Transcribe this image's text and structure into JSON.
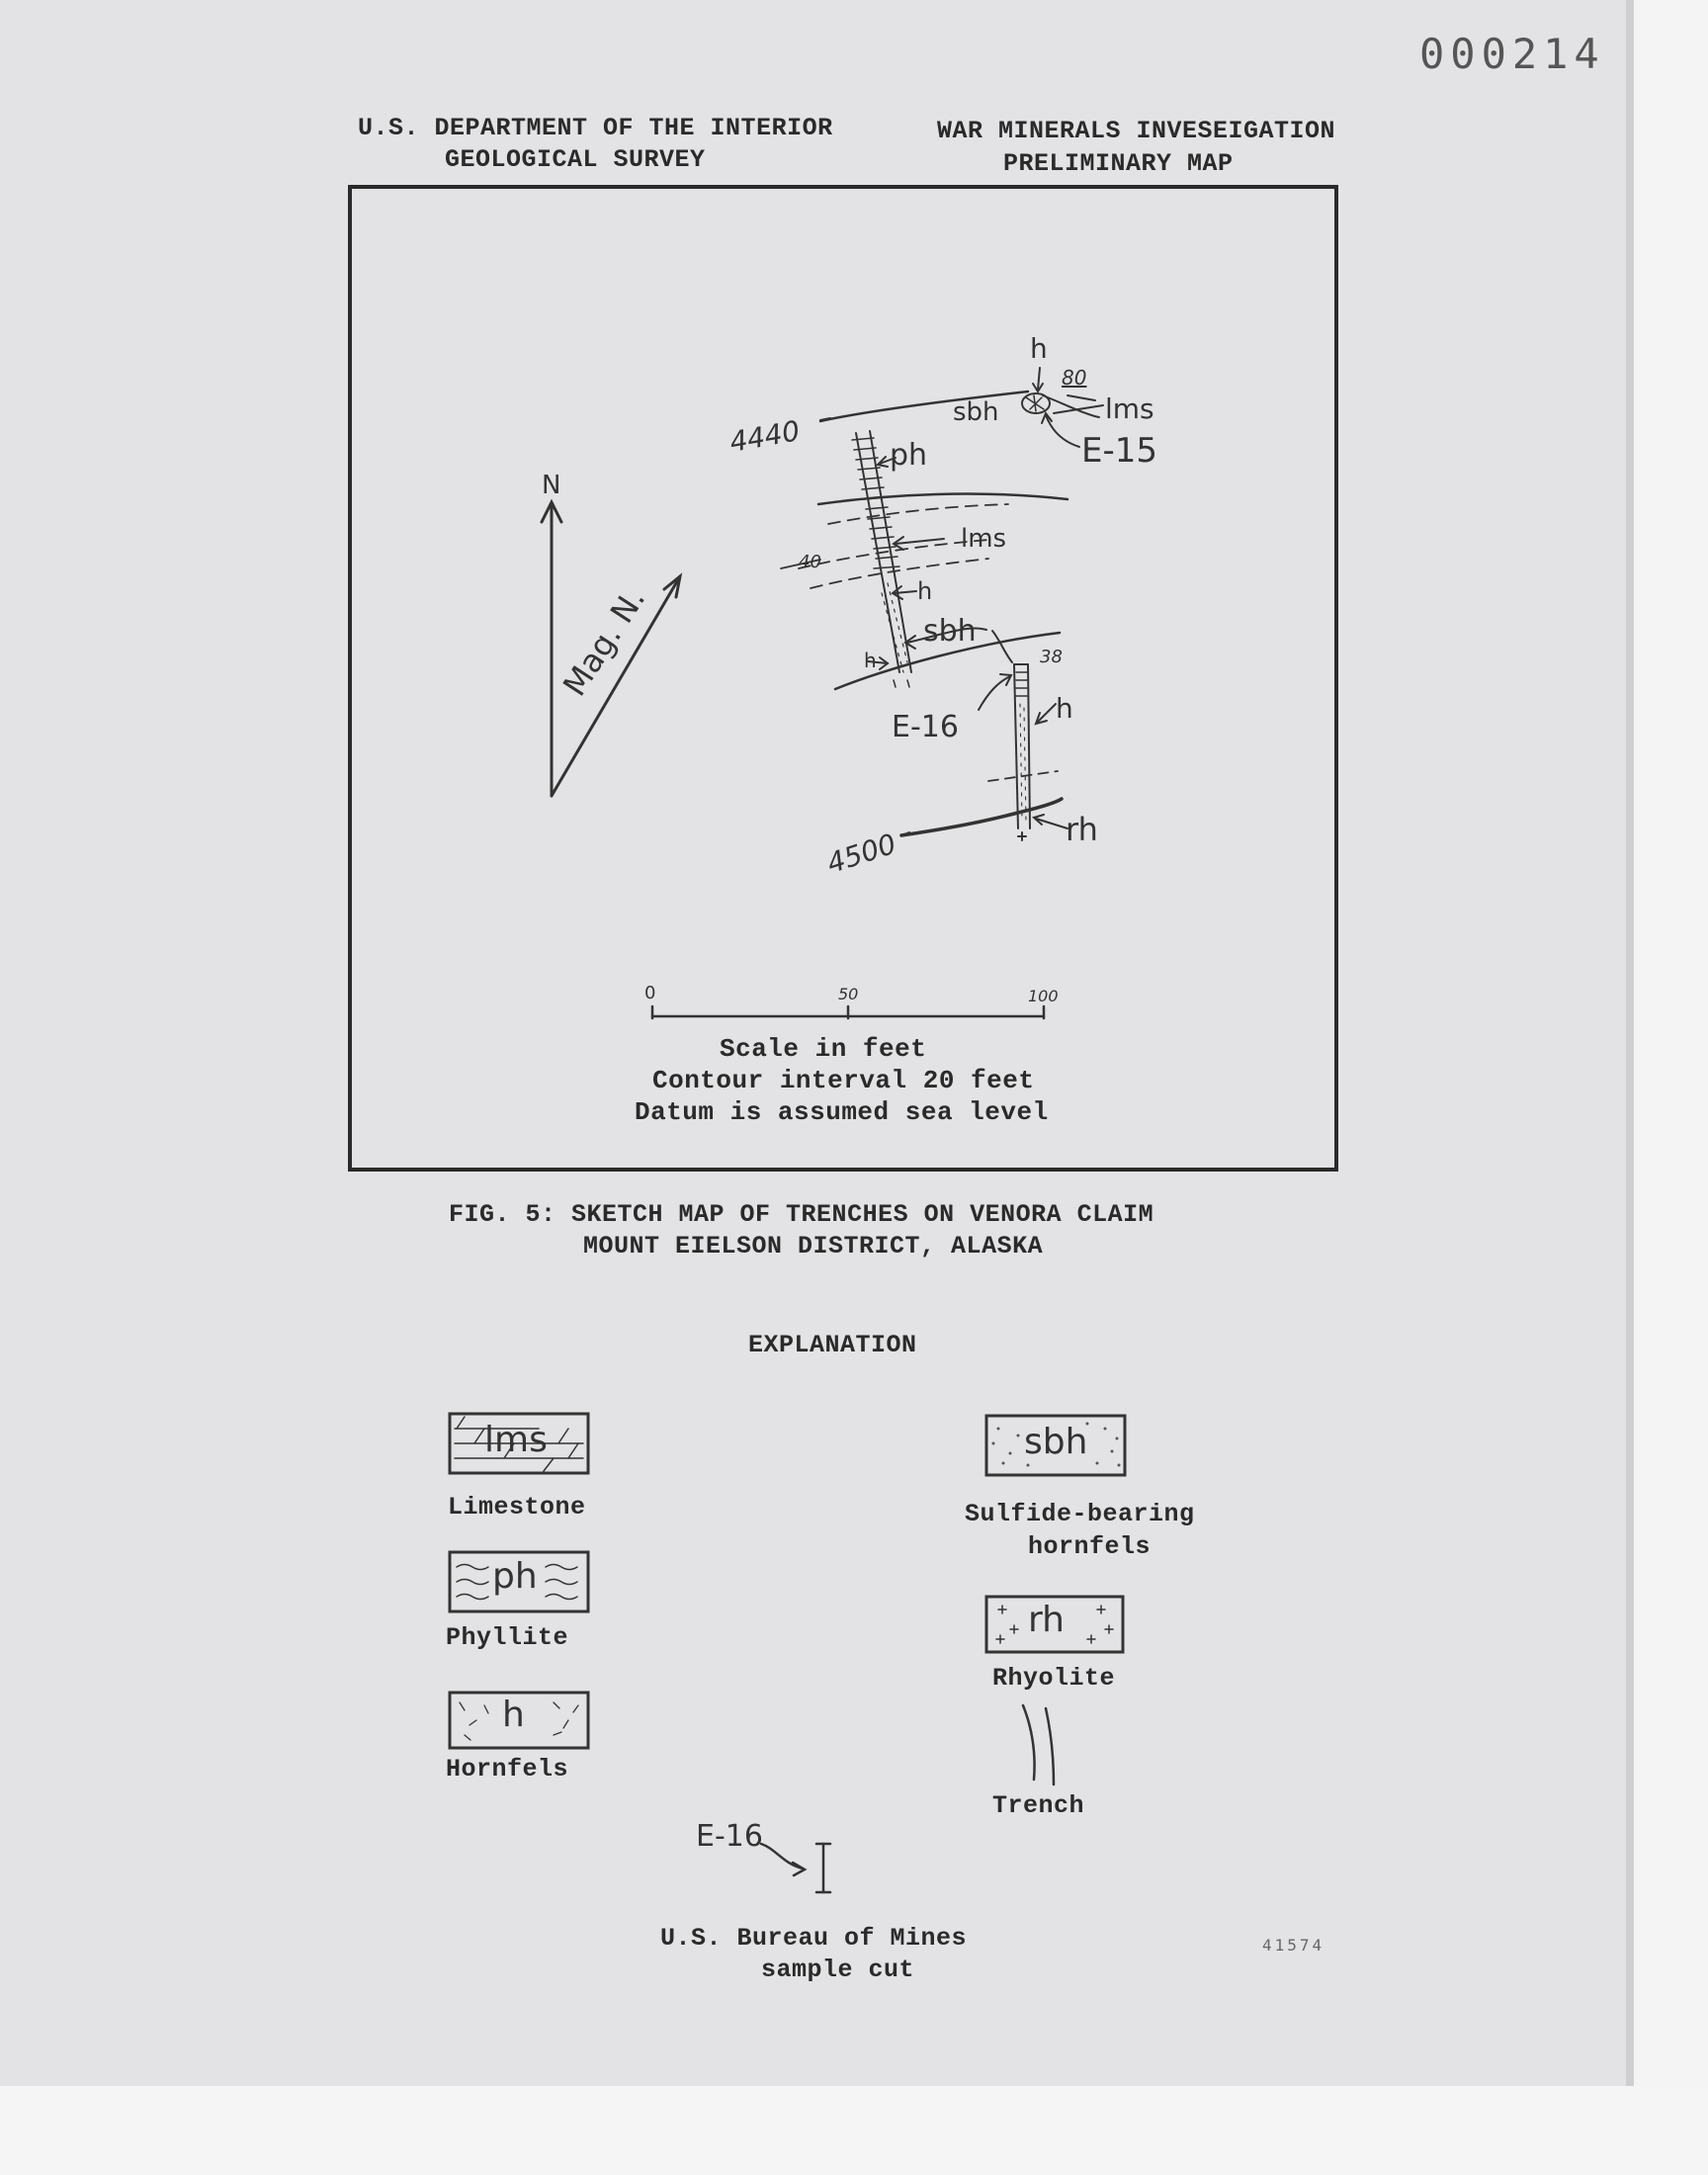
{
  "stamp_number": "000214",
  "header": {
    "left_line1": "U.S. DEPARTMENT OF THE INTERIOR",
    "left_line2": "GEOLOGICAL SURVEY",
    "right_line1": "WAR MINERALS INVESEIGATION",
    "right_line2": "PRELIMINARY MAP"
  },
  "map": {
    "north": "N",
    "mag_north": "Mag. N.",
    "contour_upper": "4440",
    "contour_lower": "4500",
    "labels": {
      "h_top": "h",
      "dip_80": "80",
      "sbh_top": "sbh",
      "lms_top": "lms",
      "e15": "E-15",
      "ph": "ph",
      "lms_mid": "lms",
      "dip_40": "40",
      "h_mid": "h",
      "sbh_mid": "sbh",
      "h_left": "h",
      "dip_38": "38",
      "e16": "E-16",
      "h_right": "h",
      "rh": "rh"
    },
    "scale": {
      "tick_0": "0",
      "tick_50": "50",
      "tick_100": "100",
      "title": "Scale in  feet",
      "contour_note": "Contour interval 20 feet",
      "datum_note": "Datum is assumed sea level"
    }
  },
  "caption": {
    "line1": "FIG. 5: SKETCH MAP OF TRENCHES ON VENORA CLAIM",
    "line2": "MOUNT EIELSON DISTRICT, ALASKA"
  },
  "explanation": {
    "title": "EXPLANATION",
    "limestone": {
      "symbol": "lms",
      "label": "Limestone"
    },
    "phyllite": {
      "symbol": "ph",
      "label": "Phyllite"
    },
    "hornfels": {
      "symbol": "h",
      "label": "Hornfels"
    },
    "sulfide": {
      "symbol": "sbh",
      "label_line1": "Sulfide-bearing",
      "label_line2": "hornfels"
    },
    "rhyolite": {
      "symbol": "rh",
      "label": "Rhyolite"
    },
    "trench": {
      "label": "Trench"
    },
    "sample": {
      "symbol": "E-16",
      "label_line1": "U.S. Bureau of Mines",
      "label_line2": "sample cut"
    }
  },
  "footer_number": "41574"
}
